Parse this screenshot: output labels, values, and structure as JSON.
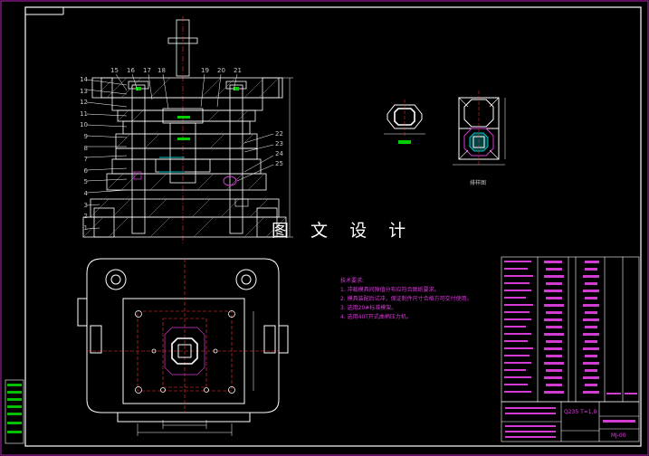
{
  "watermark": "图 文 设 计",
  "technical_requirements": {
    "title": "技术要求:",
    "items": [
      "1. 冲裁模具间隙值分布应符合图纸要求。",
      "2. 模具装配后试冲，保证制件尺寸合格方可交付使用。",
      "3. 选用20#标准模架。",
      "4. 选用40T开式曲柄压力机。"
    ]
  },
  "part_view_label": "排样图",
  "callouts_left": [
    "14",
    "13",
    "12",
    "11",
    "10",
    "9",
    "8",
    "7",
    "6",
    "5",
    "4",
    "3",
    "2",
    "1"
  ],
  "callouts_top": [
    "15",
    "16",
    "17",
    "18",
    "19",
    "20",
    "21"
  ],
  "callouts_right": [
    "22",
    "23",
    "24",
    "25"
  ],
  "title_block": {
    "material": "Q235 T=1.0",
    "drawing_no": "MJ-00"
  },
  "colors": {
    "frame": "#ffffff",
    "accent": "#d23cd2",
    "section_lines": "#c8c8c8",
    "center_line": "#ff3030",
    "highlight": "#00d000"
  }
}
